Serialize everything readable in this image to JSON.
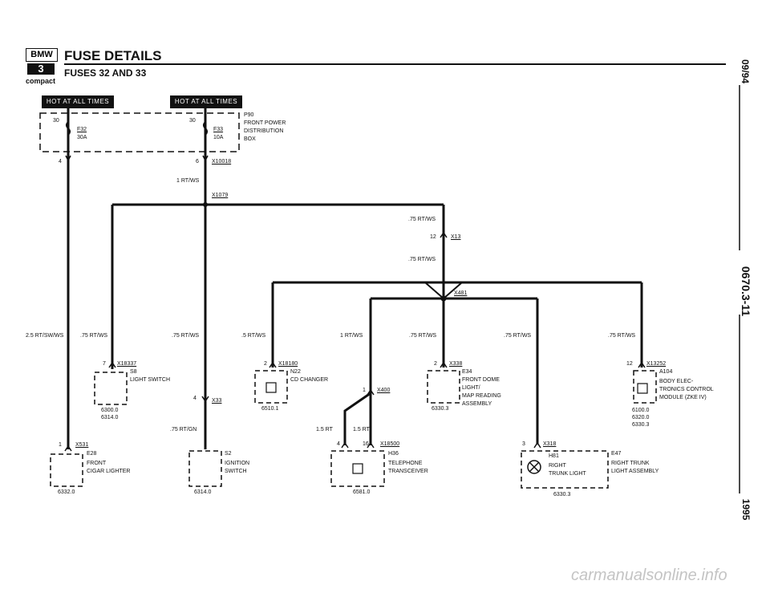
{
  "header": {
    "logo_brand": "BMW",
    "logo_series": "3",
    "logo_sub": "compact",
    "title": "FUSE DETAILS",
    "subtitle": "FUSES 32 AND 33"
  },
  "side": {
    "date": "09/94",
    "page": "0670.3-11",
    "year": "1995"
  },
  "watermark": "carmanualsonline.info",
  "hot_labels": [
    "HOT AT ALL TIMES",
    "HOT AT ALL TIMES"
  ],
  "fusebox": {
    "terminal_left": "30",
    "terminal_right": "30",
    "fuse1_name": "F32",
    "fuse1_rating": "30A",
    "fuse2_name": "F33",
    "fuse2_rating": "10A",
    "code": "P90",
    "desc": [
      "FRONT POWER",
      "DISTRIBUTION",
      "BOX"
    ],
    "pin_left": "4",
    "pin_right": "6",
    "connector": "X10018"
  },
  "wires": {
    "rtws_1": "1 RT/WS",
    "x1079": "X1079",
    "rtws_75_a": ".75 RT/WS",
    "x13_pin": "12",
    "x13": "X13",
    "rtws_75_b": ".75 RT/WS",
    "x481": "X481",
    "w_left": "2.5 RT/SW/WS",
    "w_2": ".75 RT/WS",
    "w_3": ".75 RT/WS",
    "w_4": ".5 RT/WS",
    "w_5": "1 RT/WS",
    "w_6": ".75 RT/WS",
    "w_7": ".75 RT/WS",
    "w_8": ".75 RT/WS",
    "w_gn": ".75 RT/GN",
    "w_15a": "1.5 RT",
    "w_15b": "1.5 RT"
  },
  "components": {
    "s8": {
      "pin": "7",
      "conn": "X18337",
      "code": "S8",
      "desc": "LIGHT SWITCH",
      "ref": [
        "6300.0",
        "6314.0"
      ]
    },
    "x33": {
      "pin": "4",
      "conn": "X33"
    },
    "n22": {
      "pin": "2",
      "conn": "X18180",
      "code": "N22",
      "desc": "CD CHANGER",
      "ref": "6510.1"
    },
    "x400": {
      "pin": "1",
      "conn": "X400"
    },
    "e34": {
      "pin": "2",
      "conn": "X338",
      "code": "E34",
      "desc": [
        "FRONT DOME",
        "LIGHT/",
        "MAP READING",
        "ASSEMBLY"
      ],
      "ref": "6330.3"
    },
    "a104": {
      "pin": "12",
      "conn": "X13252",
      "code": "A104",
      "desc": [
        "BODY ELEC-",
        "TRONICS CONTROL",
        "MODULE (ZKE IV)"
      ],
      "ref": [
        "6100.0",
        "6320.0",
        "6330.3"
      ]
    },
    "e28": {
      "pin": "1",
      "conn": "X531",
      "code": "E28",
      "desc": [
        "FRONT",
        "CIGAR LIGHTER"
      ],
      "ref": "6332.0"
    },
    "s2": {
      "code": "S2",
      "desc": [
        "IGNITION",
        "SWITCH"
      ],
      "ref": "6314.0"
    },
    "h36": {
      "pin1": "4",
      "pin2": "16",
      "conn": "X18500",
      "code": "H36",
      "desc": [
        "TELEPHONE",
        "TRANSCEIVER"
      ],
      "ref": "6581.0"
    },
    "e47": {
      "pin": "3",
      "conn": "X318",
      "code": "E47",
      "desc": [
        "RIGHT TRUNK",
        "LIGHT ASSEMBLY"
      ],
      "h_code": "H81",
      "h_desc": [
        "RIGHT",
        "TRUNK LIGHT"
      ],
      "ref": "6330.3"
    }
  }
}
